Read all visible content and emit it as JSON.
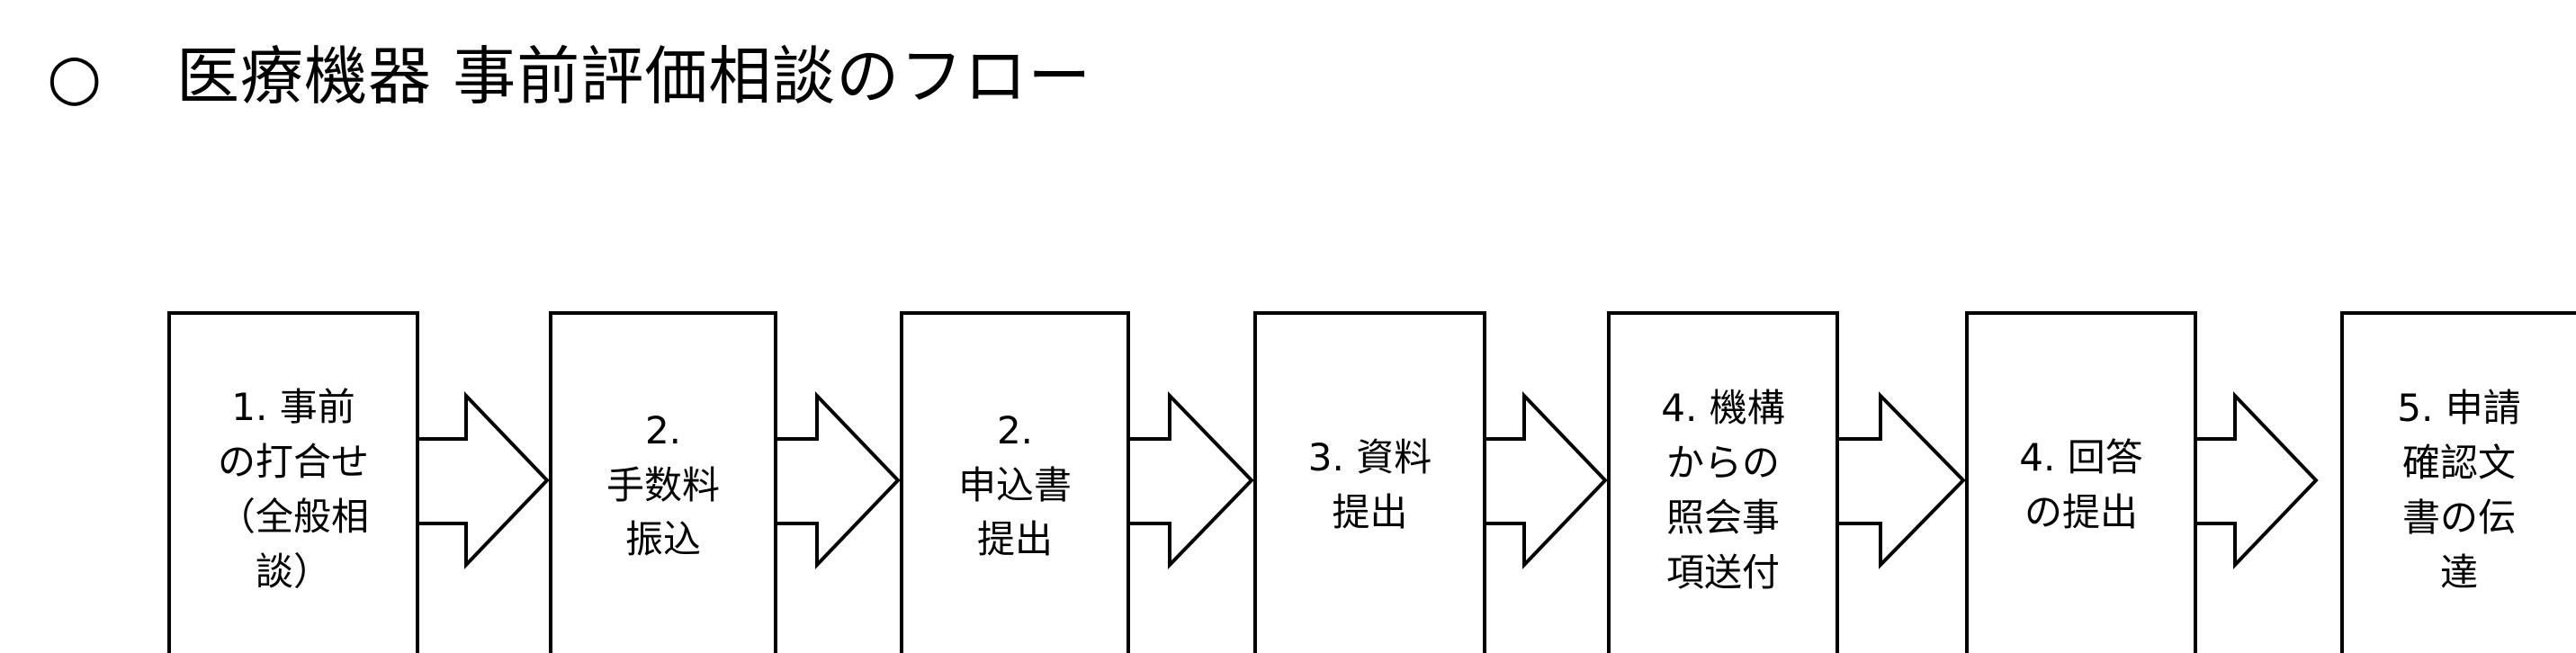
{
  "title": {
    "mark": "○",
    "text": "医療機器 事前評価相談のフロー"
  },
  "steps": [
    {
      "lines": [
        "1. 事前",
        "の打合せ",
        "（全般相",
        "談）"
      ]
    },
    {
      "lines": [
        "2.",
        "手数料",
        "振込"
      ]
    },
    {
      "lines": [
        "2.",
        "申込書",
        "提出"
      ]
    },
    {
      "lines": [
        "3. 資料",
        "提出"
      ]
    },
    {
      "lines": [
        "4. 機構",
        "からの",
        "照会事",
        "項送付"
      ]
    },
    {
      "lines": [
        "4. 回答",
        "の提出"
      ]
    },
    {
      "lines": [
        "5. 申請",
        "確認文",
        "書の伝",
        "達"
      ]
    }
  ]
}
